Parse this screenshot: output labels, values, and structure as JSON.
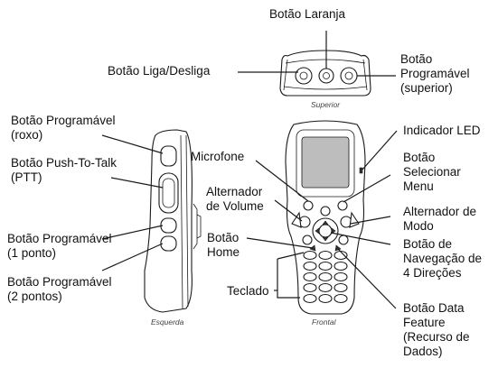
{
  "labels": {
    "laranja": "Botão Laranja",
    "liga_desliga": "Botão Liga/Desliga",
    "prog_superior": "Botão\nProgramável\n(superior)",
    "prog_roxo": "Botão Programável\n(roxo)",
    "ptt": "Botão Push-To-Talk\n(PTT)",
    "prog_1ponto": "Botão Programável\n(1 ponto)",
    "prog_2pontos": "Botão Programável\n(2 pontos)",
    "microfone": "Microfone",
    "alt_volume": "Alternador\nde Volume",
    "home": "Botão\nHome",
    "teclado": "Teclado",
    "led": "Indicador LED",
    "sel_menu": "Botão\nSelecionar\nMenu",
    "alt_modo": "Alternador de\nModo",
    "navegacao": "Botão de\nNavegação de\n4 Direções",
    "data_feature": "Botão Data\nFeature\n(Recurso de\nDados)"
  },
  "captions": {
    "superior": "Superior",
    "esquerda": "Esquerda",
    "frontal": "Frontal"
  }
}
